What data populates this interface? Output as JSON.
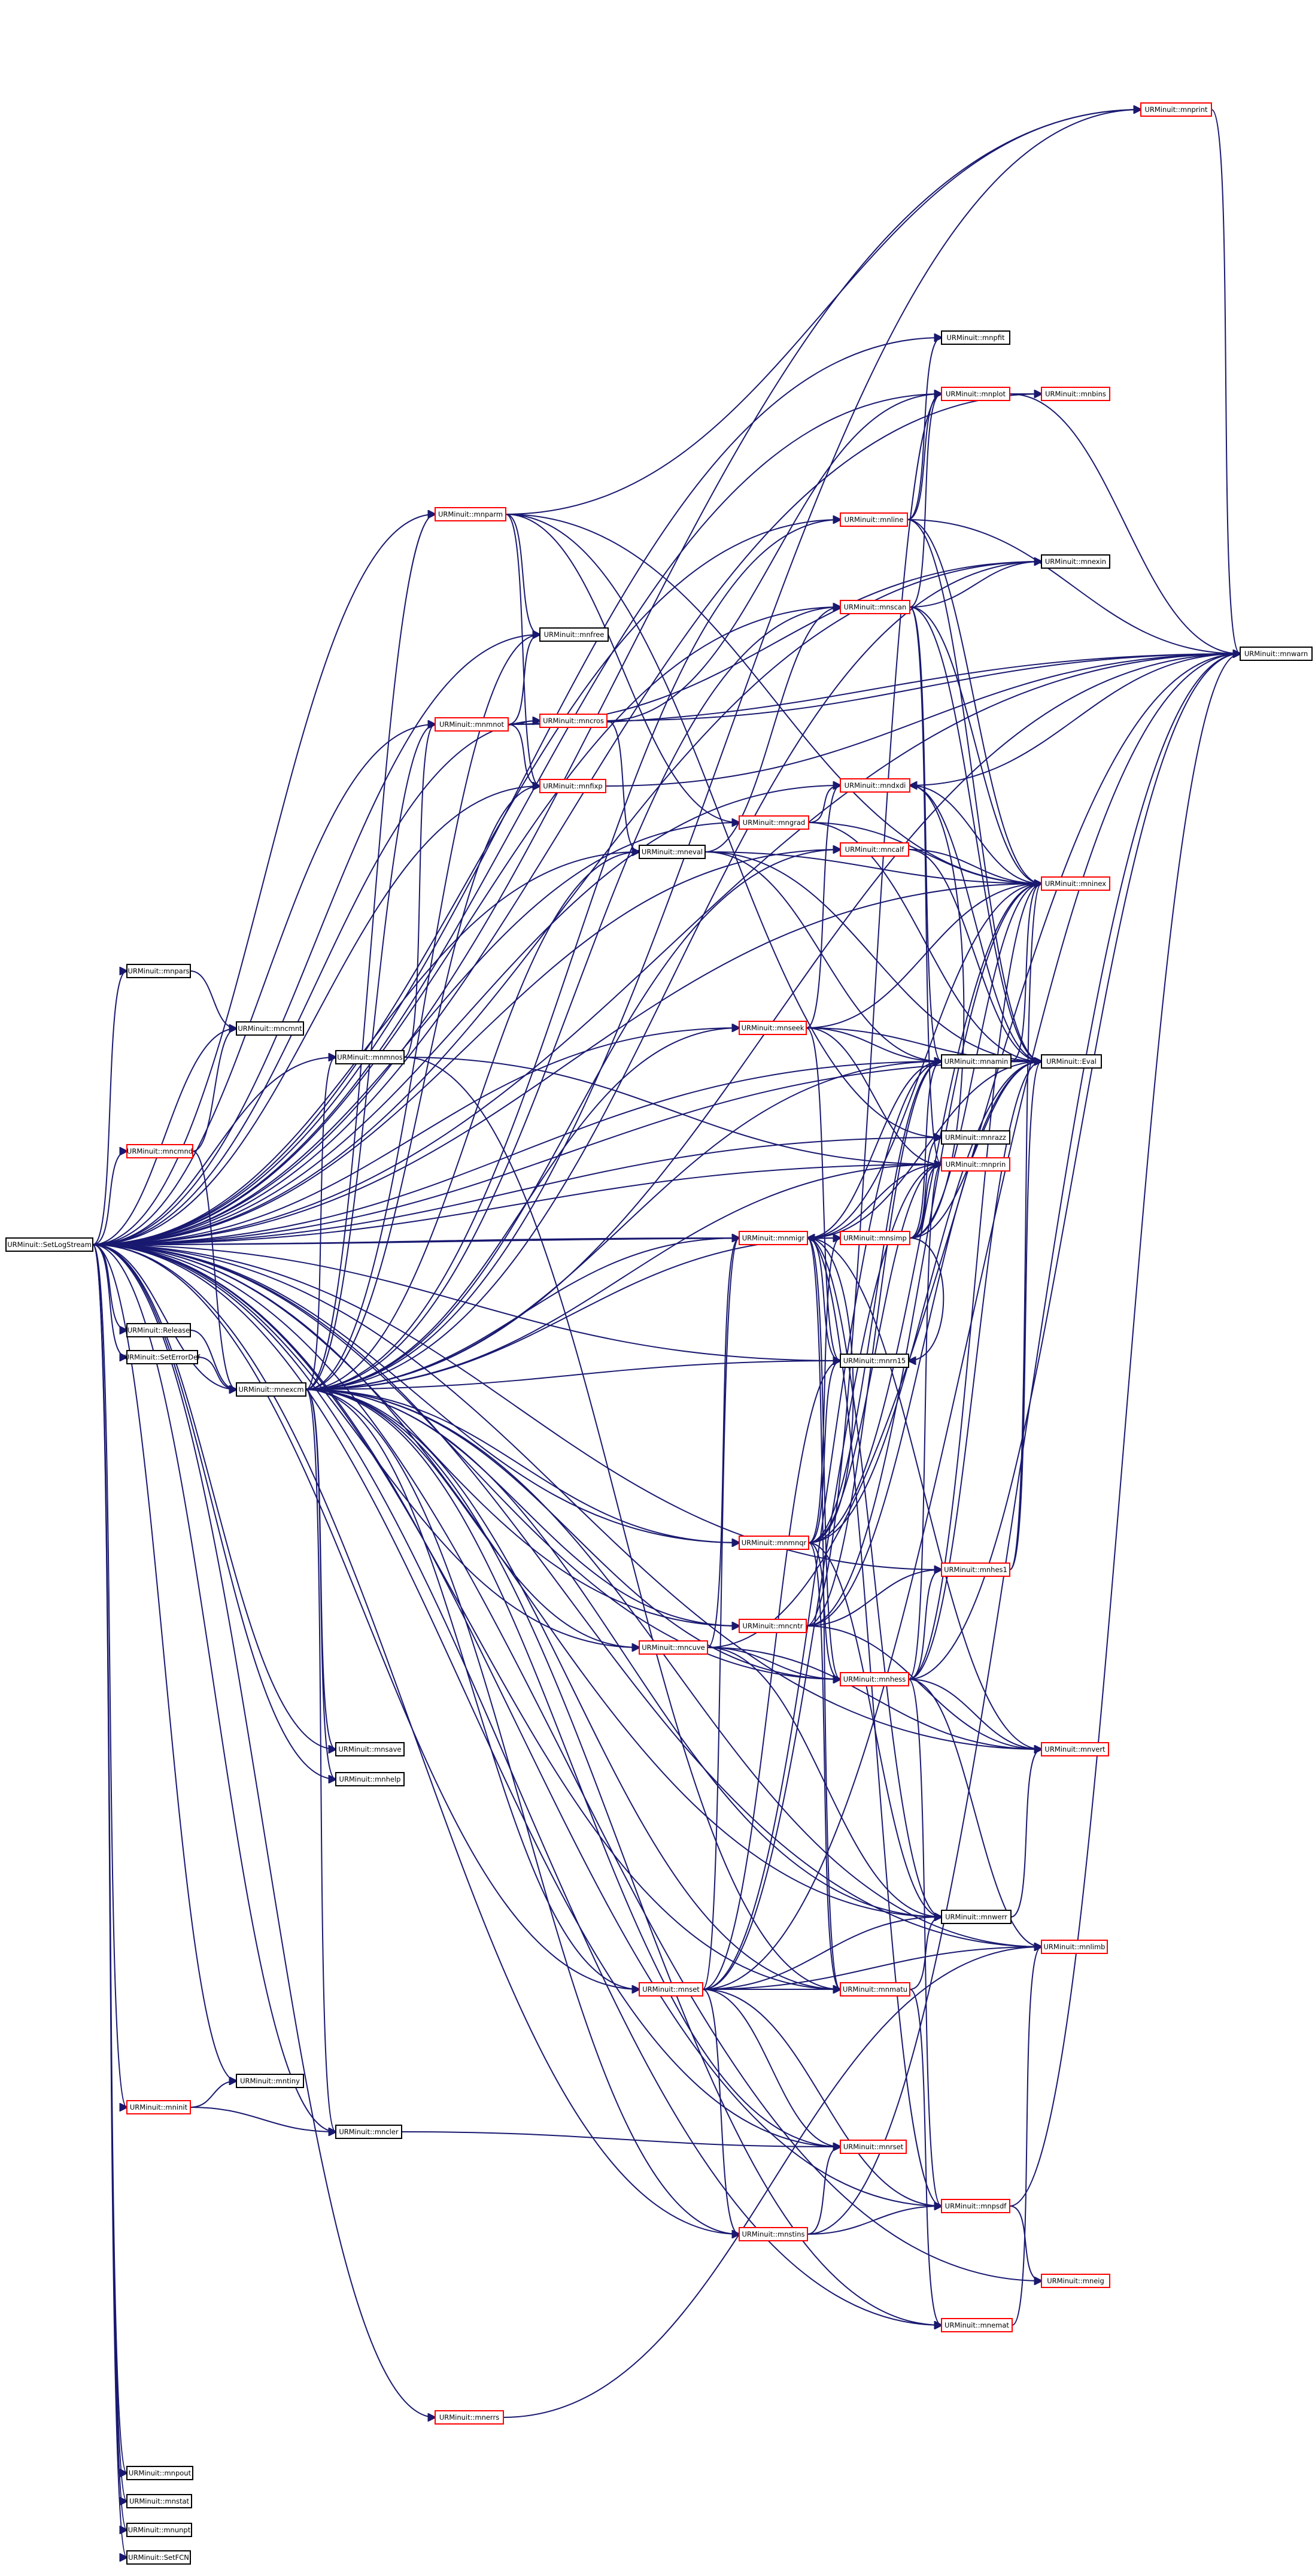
{
  "colors": {
    "root_fill": "#bfbfbf",
    "black_border": "#000000",
    "red_border": "#ff0000",
    "edge": "#191970"
  },
  "nodes": [
    {
      "id": "SetLogStream",
      "label": "URMinuit::SetLogStream",
      "style": "root"
    },
    {
      "id": "mnparm",
      "label": "URMinuit::mnparm",
      "style": "red"
    },
    {
      "id": "mnprint",
      "label": "URMinuit::mnprint",
      "style": "red"
    },
    {
      "id": "mnpfit",
      "label": "URMinuit::mnpfit",
      "style": "black"
    },
    {
      "id": "mnplot",
      "label": "URMinuit::mnplot",
      "style": "red"
    },
    {
      "id": "mnbins",
      "label": "URMinuit::mnbins",
      "style": "red"
    },
    {
      "id": "mnline",
      "label": "URMinuit::mnline",
      "style": "red"
    },
    {
      "id": "mnwarn",
      "label": "URMinuit::mnwarn",
      "style": "black"
    },
    {
      "id": "mnexin",
      "label": "URMinuit::mnexin",
      "style": "black"
    },
    {
      "id": "mnscan",
      "label": "URMinuit::mnscan",
      "style": "red"
    },
    {
      "id": "mnfree",
      "label": "URMinuit::mnfree",
      "style": "black"
    },
    {
      "id": "mnmnot",
      "label": "URMinuit::mnmnot",
      "style": "red"
    },
    {
      "id": "mncros",
      "label": "URMinuit::mncros",
      "style": "red"
    },
    {
      "id": "mnfixp",
      "label": "URMinuit::mnfixp",
      "style": "red"
    },
    {
      "id": "mndxdi",
      "label": "URMinuit::mndxdi",
      "style": "red"
    },
    {
      "id": "mngrad",
      "label": "URMinuit::mngrad",
      "style": "red"
    },
    {
      "id": "mneval",
      "label": "URMinuit::mneval",
      "style": "black"
    },
    {
      "id": "mncuve",
      "label": "URMinuit::mncuve",
      "style": "red"
    },
    {
      "id": "mncalf",
      "label": "URMinuit::mncalf",
      "style": "red"
    },
    {
      "id": "mninex",
      "label": "URMinuit::mninex",
      "style": "red"
    },
    {
      "id": "mnpars",
      "label": "URMinuit::mnpars",
      "style": "black"
    },
    {
      "id": "mnrn15",
      "label": "URMinuit::mnrn15",
      "style": "black"
    },
    {
      "id": "mnseek",
      "label": "URMinuit::mnseek",
      "style": "red"
    },
    {
      "id": "mncmnt",
      "label": "URMinuit::mncmnt",
      "style": "black"
    },
    {
      "id": "mncmnd",
      "label": "URMinuit::mncmnd",
      "style": "red"
    },
    {
      "id": "mnmnos",
      "label": "URMinuit::mnmnos",
      "style": "black"
    },
    {
      "id": "mnamin",
      "label": "URMinuit::mnamin",
      "style": "black"
    },
    {
      "id": "Eval",
      "label": "URMinuit::Eval",
      "style": "black"
    },
    {
      "id": "mnrazz",
      "label": "URMinuit::mnrazz",
      "style": "black"
    },
    {
      "id": "mnprin",
      "label": "URMinuit::mnprin",
      "style": "red"
    },
    {
      "id": "mnmigr",
      "label": "URMinuit::mnmigr",
      "style": "red"
    },
    {
      "id": "mnsimp",
      "label": "URMinuit::mnsimp",
      "style": "red"
    },
    {
      "id": "Release",
      "label": "URMinuit::Release",
      "style": "black"
    },
    {
      "id": "SetErrorDef",
      "label": "URMinuit::SetErrorDef",
      "style": "black"
    },
    {
      "id": "mnexcm",
      "label": "URMinuit::mnexcm",
      "style": "black"
    },
    {
      "id": "mnmnqr",
      "label": "URMinuit::mnmnqr",
      "style": "red"
    },
    {
      "id": "mnhes1",
      "label": "URMinuit::mnhes1",
      "style": "red"
    },
    {
      "id": "mncntr",
      "label": "URMinuit::mncntr",
      "style": "red"
    },
    {
      "id": "mnhess",
      "label": "URMinuit::mnhess",
      "style": "red"
    },
    {
      "id": "mnsave",
      "label": "URMinuit::mnsave",
      "style": "black"
    },
    {
      "id": "mnvert",
      "label": "URMinuit::mnvert",
      "style": "red"
    },
    {
      "id": "mnhelp",
      "label": "URMinuit::mnhelp",
      "style": "black"
    },
    {
      "id": "mnwerr",
      "label": "URMinuit::mnwerr",
      "style": "black"
    },
    {
      "id": "mnlimb",
      "label": "URMinuit::mnlimb",
      "style": "red"
    },
    {
      "id": "mnset",
      "label": "URMinuit::mnset",
      "style": "red"
    },
    {
      "id": "mnmatu",
      "label": "URMinuit::mnmatu",
      "style": "red"
    },
    {
      "id": "mntiny",
      "label": "URMinuit::mntiny",
      "style": "black"
    },
    {
      "id": "mninit",
      "label": "URMinuit::mninit",
      "style": "red"
    },
    {
      "id": "mncler",
      "label": "URMinuit::mncler",
      "style": "black"
    },
    {
      "id": "mnrset",
      "label": "URMinuit::mnrset",
      "style": "red"
    },
    {
      "id": "mnpsdf",
      "label": "URMinuit::mnpsdf",
      "style": "red"
    },
    {
      "id": "mnstins",
      "label": "URMinuit::mnstins",
      "style": "red"
    },
    {
      "id": "mneig",
      "label": "URMinuit::mneig",
      "style": "red"
    },
    {
      "id": "mnemat",
      "label": "URMinuit::mnemat",
      "style": "red"
    },
    {
      "id": "mnerrs",
      "label": "URMinuit::mnerrs",
      "style": "red"
    },
    {
      "id": "mnpout",
      "label": "URMinuit::mnpout",
      "style": "black"
    },
    {
      "id": "mnstat",
      "label": "URMinuit::mnstat",
      "style": "black"
    },
    {
      "id": "mnunpt",
      "label": "URMinuit::mnunpt",
      "style": "black"
    },
    {
      "id": "SetFCN",
      "label": "URMinuit::SetFCN",
      "style": "black"
    }
  ],
  "edges": [
    [
      "SetLogStream",
      "mnparm"
    ],
    [
      "SetLogStream",
      "mnprint"
    ],
    [
      "SetLogStream",
      "mnpfit"
    ],
    [
      "SetLogStream",
      "mnplot"
    ],
    [
      "SetLogStream",
      "mnbins"
    ],
    [
      "SetLogStream",
      "mnline"
    ],
    [
      "SetLogStream",
      "mnwarn"
    ],
    [
      "SetLogStream",
      "mnexin"
    ],
    [
      "SetLogStream",
      "mnscan"
    ],
    [
      "SetLogStream",
      "mnfree"
    ],
    [
      "SetLogStream",
      "mnmnot"
    ],
    [
      "SetLogStream",
      "mncros"
    ],
    [
      "SetLogStream",
      "mnfixp"
    ],
    [
      "SetLogStream",
      "mndxdi"
    ],
    [
      "SetLogStream",
      "mngrad"
    ],
    [
      "SetLogStream",
      "mneval"
    ],
    [
      "SetLogStream",
      "mncuve"
    ],
    [
      "SetLogStream",
      "mncalf"
    ],
    [
      "SetLogStream",
      "mninex"
    ],
    [
      "SetLogStream",
      "mnpars"
    ],
    [
      "SetLogStream",
      "mnrn15"
    ],
    [
      "SetLogStream",
      "mnseek"
    ],
    [
      "SetLogStream",
      "mncmnt"
    ],
    [
      "SetLogStream",
      "mncmnd"
    ],
    [
      "SetLogStream",
      "mnmnos"
    ],
    [
      "SetLogStream",
      "mnamin"
    ],
    [
      "SetLogStream",
      "Eval"
    ],
    [
      "SetLogStream",
      "mnrazz"
    ],
    [
      "SetLogStream",
      "mnprin"
    ],
    [
      "SetLogStream",
      "mnmigr"
    ],
    [
      "SetLogStream",
      "mnsimp"
    ],
    [
      "SetLogStream",
      "Release"
    ],
    [
      "SetLogStream",
      "SetErrorDef"
    ],
    [
      "SetLogStream",
      "mnexcm"
    ],
    [
      "SetLogStream",
      "mnmnqr"
    ],
    [
      "SetLogStream",
      "mnhes1"
    ],
    [
      "SetLogStream",
      "mncntr"
    ],
    [
      "SetLogStream",
      "mnhess"
    ],
    [
      "SetLogStream",
      "mnsave"
    ],
    [
      "SetLogStream",
      "mnvert"
    ],
    [
      "SetLogStream",
      "mnhelp"
    ],
    [
      "SetLogStream",
      "mnwerr"
    ],
    [
      "SetLogStream",
      "mnlimb"
    ],
    [
      "SetLogStream",
      "mnset"
    ],
    [
      "SetLogStream",
      "mnmatu"
    ],
    [
      "SetLogStream",
      "mntiny"
    ],
    [
      "SetLogStream",
      "mninit"
    ],
    [
      "SetLogStream",
      "mncler"
    ],
    [
      "SetLogStream",
      "mnrset"
    ],
    [
      "SetLogStream",
      "mnpsdf"
    ],
    [
      "SetLogStream",
      "mnstins"
    ],
    [
      "SetLogStream",
      "mneig"
    ],
    [
      "SetLogStream",
      "mnemat"
    ],
    [
      "SetLogStream",
      "mnerrs"
    ],
    [
      "SetLogStream",
      "mnpout"
    ],
    [
      "SetLogStream",
      "mnstat"
    ],
    [
      "SetLogStream",
      "mnunpt"
    ],
    [
      "SetLogStream",
      "SetFCN"
    ],
    [
      "mnparm",
      "mnfree"
    ],
    [
      "mnparm",
      "mnfixp"
    ],
    [
      "mnparm",
      "mninex"
    ],
    [
      "mnparm",
      "mnprint"
    ],
    [
      "mnparm",
      "mnrazz"
    ],
    [
      "mnparm",
      "mngrad"
    ],
    [
      "mnprint",
      "mnwarn"
    ],
    [
      "mnplot",
      "mnbins"
    ],
    [
      "mnplot",
      "mnwarn"
    ],
    [
      "mnline",
      "mnpfit"
    ],
    [
      "mnline",
      "mnplot"
    ],
    [
      "mnline",
      "mnwarn"
    ],
    [
      "mnline",
      "mninex"
    ],
    [
      "mnline",
      "Eval"
    ],
    [
      "mnscan",
      "mnplot"
    ],
    [
      "mnscan",
      "mnexin"
    ],
    [
      "mnscan",
      "mninex"
    ],
    [
      "mnscan",
      "mnamin"
    ],
    [
      "mnscan",
      "Eval"
    ],
    [
      "mnscan",
      "mnprin"
    ],
    [
      "mnmnot",
      "mnfree"
    ],
    [
      "mnmnot",
      "mnfixp"
    ],
    [
      "mnmnot",
      "mncros"
    ],
    [
      "mnmnot",
      "mnexin"
    ],
    [
      "mnmnot",
      "mnwarn"
    ],
    [
      "mncros",
      "mnplot"
    ],
    [
      "mncros",
      "mneval"
    ],
    [
      "mncros",
      "mnwarn"
    ],
    [
      "mnfixp",
      "mnwarn"
    ],
    [
      "mndxdi",
      "mnwarn"
    ],
    [
      "mndxdi",
      "mninex"
    ],
    [
      "mndxdi",
      "Eval"
    ],
    [
      "mngrad",
      "mndxdi"
    ],
    [
      "mngrad",
      "mninex"
    ],
    [
      "mngrad",
      "Eval"
    ],
    [
      "mneval",
      "mnscan"
    ],
    [
      "mneval",
      "mninex"
    ],
    [
      "mneval",
      "Eval"
    ],
    [
      "mneval",
      "mnamin"
    ],
    [
      "mncuve",
      "mnmigr"
    ],
    [
      "mncuve",
      "mnhess"
    ],
    [
      "mncuve",
      "mnwerr"
    ],
    [
      "mncuve",
      "mnvert"
    ],
    [
      "mncuve",
      "mnwarn"
    ],
    [
      "mncalf",
      "mninex"
    ],
    [
      "mncalf",
      "Eval"
    ],
    [
      "mnpars",
      "mncmnt"
    ],
    [
      "mnseek",
      "mnamin"
    ],
    [
      "mnseek",
      "mninex"
    ],
    [
      "mnseek",
      "mnrn15"
    ],
    [
      "mnseek",
      "Eval"
    ],
    [
      "mnseek",
      "mnprin"
    ],
    [
      "mnseek",
      "mndxdi"
    ],
    [
      "mncmnd",
      "mncmnt"
    ],
    [
      "mncmnd",
      "mnexcm"
    ],
    [
      "mnmnos",
      "mnmnot"
    ],
    [
      "mnmnos",
      "mnprin"
    ],
    [
      "mnmnos",
      "mnmatu"
    ],
    [
      "mnamin",
      "Eval"
    ],
    [
      "mnamin",
      "mninex"
    ],
    [
      "mnmigr",
      "mnamin"
    ],
    [
      "mnmigr",
      "mnhess"
    ],
    [
      "mnmigr",
      "mnwerr"
    ],
    [
      "mnmigr",
      "mnprin"
    ],
    [
      "mnmigr",
      "mnrn15"
    ],
    [
      "mnmigr",
      "mnmatu"
    ],
    [
      "mnmigr",
      "mninex"
    ],
    [
      "mnmigr",
      "mnvert"
    ],
    [
      "mnmigr",
      "mnpsdf"
    ],
    [
      "mnmigr",
      "Eval"
    ],
    [
      "mnsimp",
      "mnamin"
    ],
    [
      "mnsimp",
      "Eval"
    ],
    [
      "mnsimp",
      "mninex"
    ],
    [
      "mnsimp",
      "mnprin"
    ],
    [
      "mnsimp",
      "mnrazz"
    ],
    [
      "mnsimp",
      "mnrn15"
    ],
    [
      "mnsimp",
      "mndxdi"
    ],
    [
      "Release",
      "mnexcm"
    ],
    [
      "SetErrorDef",
      "mnexcm"
    ],
    [
      "mnexcm",
      "mncuve"
    ],
    [
      "mnexcm",
      "mnmnot"
    ],
    [
      "mnexcm",
      "mnfree"
    ],
    [
      "mnexcm",
      "mnfixp"
    ],
    [
      "mnexcm",
      "mnmnos"
    ],
    [
      "mnexcm",
      "mnseek"
    ],
    [
      "mnexcm",
      "mnamin"
    ],
    [
      "mnexcm",
      "mnprin"
    ],
    [
      "mnexcm",
      "mnmigr"
    ],
    [
      "mnexcm",
      "mnsimp"
    ],
    [
      "mnexcm",
      "mnmnqr"
    ],
    [
      "mnexcm",
      "mncntr"
    ],
    [
      "mnexcm",
      "mnhess"
    ],
    [
      "mnexcm",
      "mnsave"
    ],
    [
      "mnexcm",
      "mnhelp"
    ],
    [
      "mnexcm",
      "mnwerr"
    ],
    [
      "mnexcm",
      "mnset"
    ],
    [
      "mnexcm",
      "mnmatu"
    ],
    [
      "mnexcm",
      "mncler"
    ],
    [
      "mnexcm",
      "mnrset"
    ],
    [
      "mnexcm",
      "mnrn15"
    ],
    [
      "mnexcm",
      "mncalf"
    ],
    [
      "mnexcm",
      "mnparm"
    ],
    [
      "mnexcm",
      "mnscan"
    ],
    [
      "mnexcm",
      "mnexin"
    ],
    [
      "mnexcm",
      "mnline"
    ],
    [
      "mnexcm",
      "mnwarn"
    ],
    [
      "mnexcm",
      "mnlimb"
    ],
    [
      "mnexcm",
      "mnstins"
    ],
    [
      "mnexcm",
      "mnprint"
    ],
    [
      "mnexcm",
      "mneval"
    ],
    [
      "mnexcm",
      "mnemat"
    ],
    [
      "mnmnqr",
      "mnamin"
    ],
    [
      "mnmnqr",
      "mnhess"
    ],
    [
      "mnmnqr",
      "mnmigr"
    ],
    [
      "mnmnqr",
      "mnprin"
    ],
    [
      "mnmnqr",
      "mnrn15"
    ],
    [
      "mnmnqr",
      "mnsimp"
    ],
    [
      "mnmnqr",
      "mnwerr"
    ],
    [
      "mnmnqr",
      "mnmatu"
    ],
    [
      "mnmnqr",
      "Eval"
    ],
    [
      "mnmnqr",
      "mninex"
    ],
    [
      "mnhes1",
      "Eval"
    ],
    [
      "mnhes1",
      "mninex"
    ],
    [
      "mncntr",
      "mninex"
    ],
    [
      "mncntr",
      "Eval"
    ],
    [
      "mncntr",
      "mnamin"
    ],
    [
      "mncntr",
      "mnplot"
    ],
    [
      "mncntr",
      "mnhes1"
    ],
    [
      "mncntr",
      "mnvert"
    ],
    [
      "mnhess",
      "mnhes1"
    ],
    [
      "mnhess",
      "mnpsdf"
    ],
    [
      "mnhess",
      "mnwarn"
    ],
    [
      "mnhess",
      "mninex"
    ],
    [
      "mnhess",
      "Eval"
    ],
    [
      "mnhess",
      "mnvert"
    ],
    [
      "mnhess",
      "mnprin"
    ],
    [
      "mnhess",
      "mnlimb"
    ],
    [
      "mnwerr",
      "mnvert"
    ],
    [
      "mnset",
      "mnprin"
    ],
    [
      "mnset",
      "mnmatu"
    ],
    [
      "mnset",
      "mnamin"
    ],
    [
      "mnset",
      "mnrset"
    ],
    [
      "mnset",
      "mnwerr"
    ],
    [
      "mnset",
      "mnstins"
    ],
    [
      "mnset",
      "mnpsdf"
    ],
    [
      "mnset",
      "mnmigr"
    ],
    [
      "mnset",
      "mnwarn"
    ],
    [
      "mnset",
      "mnrn15"
    ],
    [
      "mnset",
      "mnlimb"
    ],
    [
      "mnmatu",
      "mnwerr"
    ],
    [
      "mnmatu",
      "mnemat"
    ],
    [
      "mninit",
      "mntiny"
    ],
    [
      "mninit",
      "mncler"
    ],
    [
      "mncler",
      "mnrset"
    ],
    [
      "mnpsdf",
      "mneig"
    ],
    [
      "mnpsdf",
      "mnwarn"
    ],
    [
      "mnstins",
      "mnrset"
    ],
    [
      "mnstins",
      "mnpsdf"
    ],
    [
      "mnstins",
      "mnwarn"
    ],
    [
      "mnemat",
      "mnlimb"
    ],
    [
      "mnerrs",
      "mnlimb"
    ]
  ]
}
